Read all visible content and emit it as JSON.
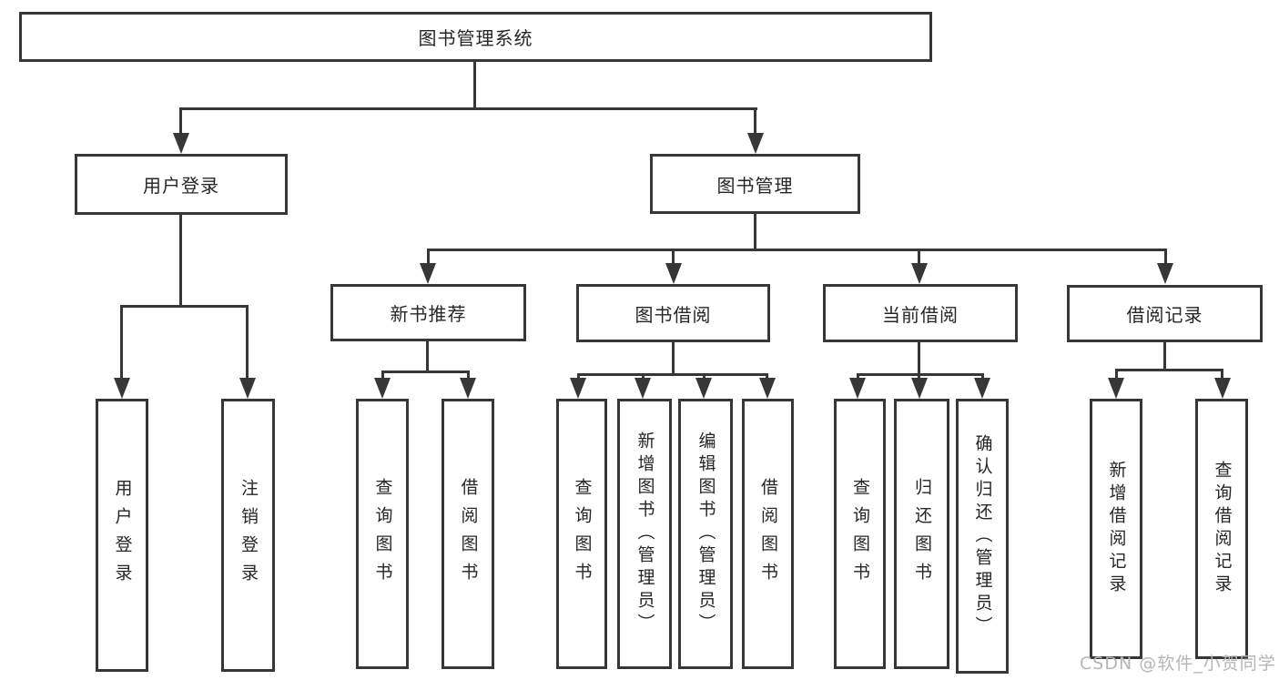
{
  "root": {
    "label": "图书管理系统"
  },
  "branches": {
    "user_login": {
      "label": "用户登录"
    },
    "book_management": {
      "label": "图书管理"
    }
  },
  "modules": {
    "new_book_rec": {
      "label": "新书推荐"
    },
    "book_borrow": {
      "label": "图书借阅"
    },
    "current_borrow": {
      "label": "当前借阅"
    },
    "borrow_record": {
      "label": "借阅记录"
    }
  },
  "leaves": {
    "user_login_1": "用户登录",
    "user_login_2": "注销登录",
    "new_book_1": "查询图书",
    "new_book_2": "借阅图书",
    "book_borrow_1": "查询图书",
    "book_borrow_2": "新增图书（管理员）",
    "book_borrow_3": "编辑图书（管理员）",
    "book_borrow_4": "借阅图书",
    "current_1": "查询图书",
    "current_2": "归还图书",
    "current_3": "确认归还（管理员）",
    "record_1": "新增借阅记录",
    "record_2": "查询借阅记录"
  },
  "watermark": "CSDN @软件_小贺同学",
  "colors": {
    "line": "#373737",
    "text": "#262626",
    "watermark": "#b5b5b5",
    "background": "#ffffff"
  }
}
